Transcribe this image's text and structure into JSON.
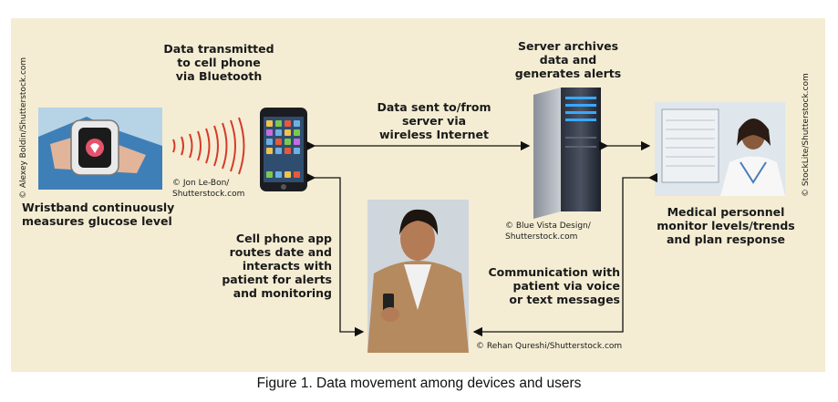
{
  "labels": {
    "wristband": "Wristband continuously\nmeasures glucose level",
    "bluetooth": "Data transmitted\nto cell phone\nvia Bluetooth",
    "internet": "Data sent to/from\nserver via\nwireless Internet",
    "server": "Server archives\ndata and\ngenerates alerts",
    "medical": "Medical personnel\nmonitor levels/trends\nand plan response",
    "app": "Cell phone app\nroutes date and\ninteracts with\npatient for alerts\nand monitoring",
    "communication": "Communication with\npatient via voice\nor text messages"
  },
  "credits": {
    "phone": "© Jon Le-Bon/\nShutterstock.com",
    "server": "© Blue Vista Design/\nShutterstock.com",
    "patient": "© Rehan Qureshi/Shutterstock.com",
    "wristband_vertical": "© Alexey Boldin/Shutterstock.com",
    "medical_vertical": "© StockLite/Shutterstock.com"
  },
  "caption": "Figure 1. Data movement among devices and users",
  "colors": {
    "background": "#f4edd3",
    "arrow": "#111111",
    "signal": "#d63a2a"
  }
}
